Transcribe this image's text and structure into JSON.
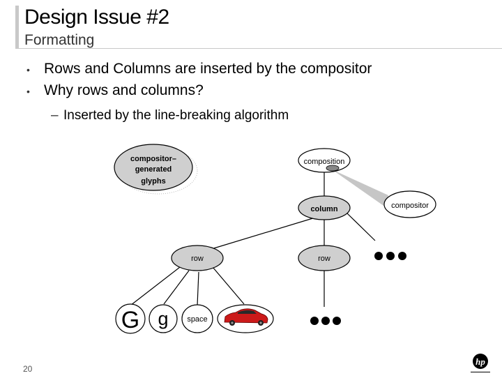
{
  "slide": {
    "title": "Design Issue #2",
    "subtitle": "Formatting",
    "page_number": "20",
    "accent_color": "#c8c8c8",
    "bullets": [
      "Rows and Columns are inserted by the compositor",
      "Why rows and columns?"
    ],
    "sub_bullets": [
      "Inserted by the line-breaking algorithm"
    ]
  },
  "diagram": {
    "generated_label": [
      "compositor–",
      "generated",
      "glyphs"
    ],
    "nodes": {
      "composition": "composition",
      "compositor": "compositor",
      "column": "column",
      "row_1": "row",
      "row_2": "row",
      "glyph_g_upper": "G",
      "glyph_g_lower": "g",
      "space": "space"
    },
    "node_fill": "#cfcfcf",
    "car_color": "#cc1a1a"
  },
  "icons": [
    "car-icon",
    "hp-logo-icon",
    "ellipsis-icon"
  ]
}
